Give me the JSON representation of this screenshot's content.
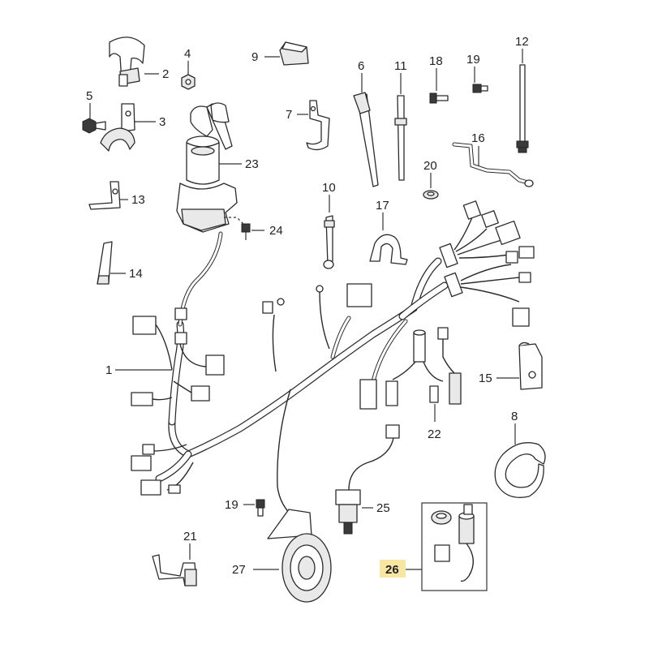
{
  "callouts": [
    {
      "id": "1",
      "label": "1"
    },
    {
      "id": "2",
      "label": "2"
    },
    {
      "id": "3",
      "label": "3"
    },
    {
      "id": "4",
      "label": "4"
    },
    {
      "id": "5",
      "label": "5"
    },
    {
      "id": "6",
      "label": "6"
    },
    {
      "id": "7",
      "label": "7"
    },
    {
      "id": "8",
      "label": "8"
    },
    {
      "id": "9",
      "label": "9"
    },
    {
      "id": "10",
      "label": "10"
    },
    {
      "id": "11",
      "label": "11"
    },
    {
      "id": "12",
      "label": "12"
    },
    {
      "id": "13",
      "label": "13"
    },
    {
      "id": "14",
      "label": "14"
    },
    {
      "id": "15",
      "label": "15"
    },
    {
      "id": "16",
      "label": "16"
    },
    {
      "id": "17",
      "label": "17"
    },
    {
      "id": "18",
      "label": "18"
    },
    {
      "id": "19a",
      "label": "19"
    },
    {
      "id": "19b",
      "label": "19"
    },
    {
      "id": "20",
      "label": "20"
    },
    {
      "id": "21",
      "label": "21"
    },
    {
      "id": "22",
      "label": "22"
    },
    {
      "id": "23",
      "label": "23"
    },
    {
      "id": "24",
      "label": "24"
    },
    {
      "id": "25",
      "label": "25"
    },
    {
      "id": "26",
      "label": "26"
    },
    {
      "id": "27",
      "label": "27"
    }
  ],
  "colors": {
    "line": "#2b2b2b",
    "highlight": "#f7e7a3",
    "background": "#ffffff"
  }
}
